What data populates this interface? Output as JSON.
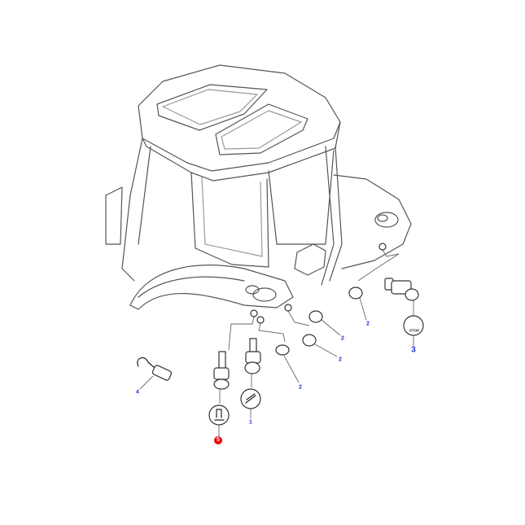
{
  "diagram": {
    "callouts": [
      {
        "id": "label-4",
        "text": "4",
        "color": "#2233dd"
      },
      {
        "id": "label-5",
        "text": "5",
        "color": "#e00000",
        "highlighted": true
      },
      {
        "id": "label-1",
        "text": "1",
        "color": "#2233dd"
      },
      {
        "id": "label-2a",
        "text": "2",
        "color": "#2233dd"
      },
      {
        "id": "label-2b",
        "text": "2",
        "color": "#2233dd"
      },
      {
        "id": "label-2c",
        "text": "2",
        "color": "#2233dd"
      },
      {
        "id": "label-2d",
        "text": "2",
        "color": "#2233dd"
      },
      {
        "id": "label-3",
        "text": "3",
        "color": "#2233dd"
      }
    ],
    "stop_switch_text": "STOP"
  }
}
